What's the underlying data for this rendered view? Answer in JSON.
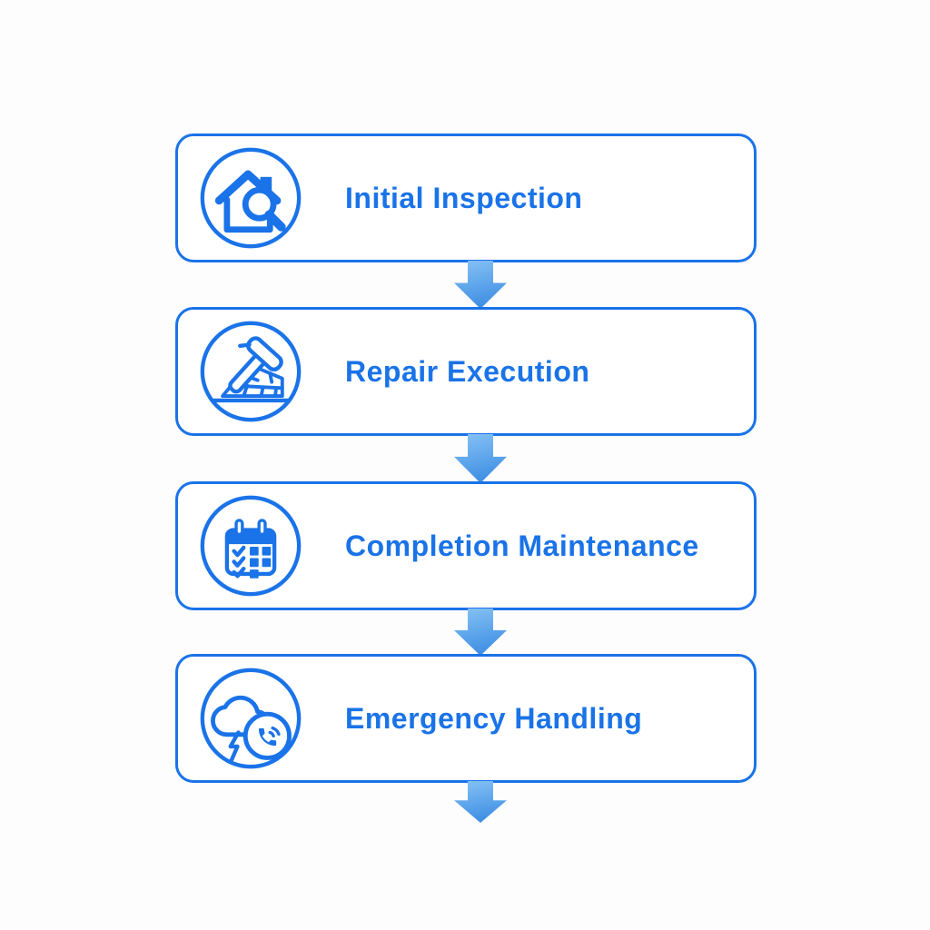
{
  "diagram": {
    "accent_color": "#1a73e8",
    "background_color": "#fdfdfd",
    "box_background": "#ffffff",
    "arrow_gradient_top": "#87c3f5",
    "arrow_gradient_bottom": "#4190e4",
    "steps": [
      {
        "label": "Initial Inspection",
        "icon": "house-magnifier-icon"
      },
      {
        "label": "Repair Execution",
        "icon": "roof-hammer-icon"
      },
      {
        "label": "Completion Maintenance",
        "icon": "calendar-checklist-icon"
      },
      {
        "label": "Emergency Handling",
        "icon": "storm-phone-call-icon"
      }
    ]
  }
}
